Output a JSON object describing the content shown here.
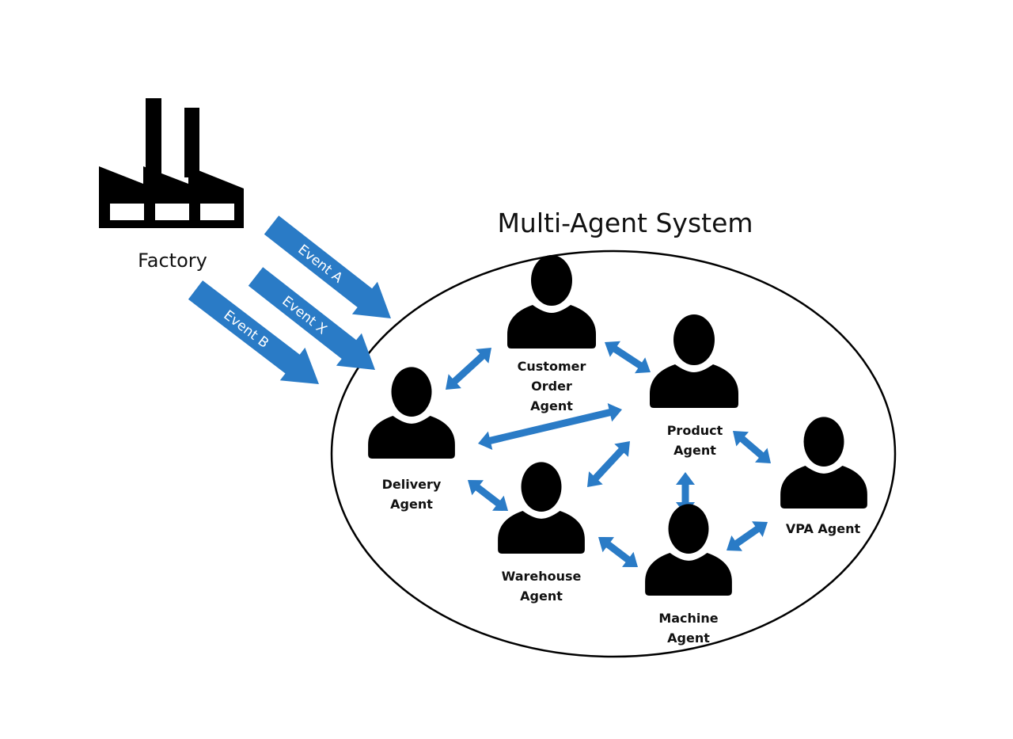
{
  "diagram": {
    "title": "Multi-Agent System",
    "factory_label": "Factory",
    "events": [
      {
        "id": "event-a",
        "label": "Event A"
      },
      {
        "id": "event-x",
        "label": "Event X"
      },
      {
        "id": "event-b",
        "label": "Event B"
      }
    ],
    "agents": [
      {
        "id": "customer-order",
        "lines": [
          "Customer",
          "Order",
          "Agent"
        ]
      },
      {
        "id": "product",
        "lines": [
          "Product",
          "Agent"
        ]
      },
      {
        "id": "delivery",
        "lines": [
          "Delivery",
          "Agent"
        ]
      },
      {
        "id": "warehouse",
        "lines": [
          "Warehouse",
          "Agent"
        ]
      },
      {
        "id": "machine",
        "lines": [
          "Machine",
          "Agent"
        ]
      },
      {
        "id": "vpa",
        "lines": [
          "VPA Agent"
        ]
      }
    ],
    "connections": [
      [
        "customer-order",
        "delivery"
      ],
      [
        "customer-order",
        "product"
      ],
      [
        "delivery",
        "product"
      ],
      [
        "warehouse",
        "product"
      ],
      [
        "product",
        "machine"
      ],
      [
        "product",
        "vpa"
      ],
      [
        "delivery",
        "warehouse"
      ],
      [
        "warehouse",
        "machine"
      ],
      [
        "machine",
        "vpa"
      ]
    ],
    "colors": {
      "arrow": "#2a7bc6",
      "icon": "#000000",
      "ellipse_stroke": "#000000",
      "background": "#ffffff"
    },
    "icons": {
      "factory": "factory-icon",
      "agent": "person-icon"
    }
  }
}
